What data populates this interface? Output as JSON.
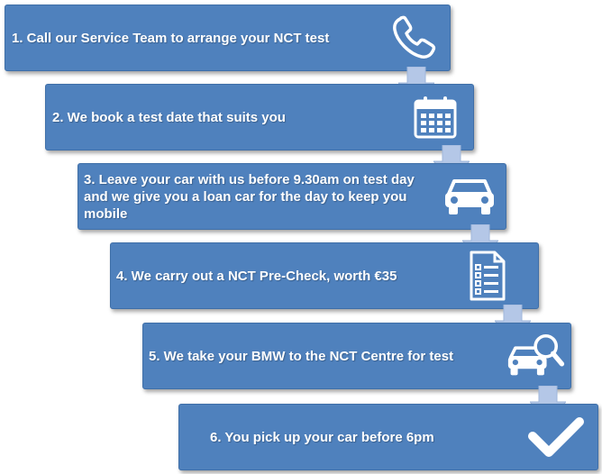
{
  "steps": [
    {
      "label": "1. Call our Service Team to arrange your NCT test",
      "icon": "phone-icon"
    },
    {
      "label": "2. We book a test date that suits you",
      "icon": "calendar-icon"
    },
    {
      "label": "3. Leave your car with us before 9.30am on test day and we give you a loan car for the day to keep you mobile",
      "icon": "car-icon"
    },
    {
      "label": "4. We carry out a NCT Pre-Check, worth €35",
      "icon": "checklist-icon"
    },
    {
      "label": "5. We take your BMW to the NCT Centre for test",
      "icon": "car-search-icon"
    },
    {
      "label": "6. You pick up your car before 6pm",
      "icon": "checkmark-icon"
    }
  ],
  "colors": {
    "box": "#4f81bd",
    "arrow": "#b4c7e7",
    "icon": "#ffffff"
  }
}
